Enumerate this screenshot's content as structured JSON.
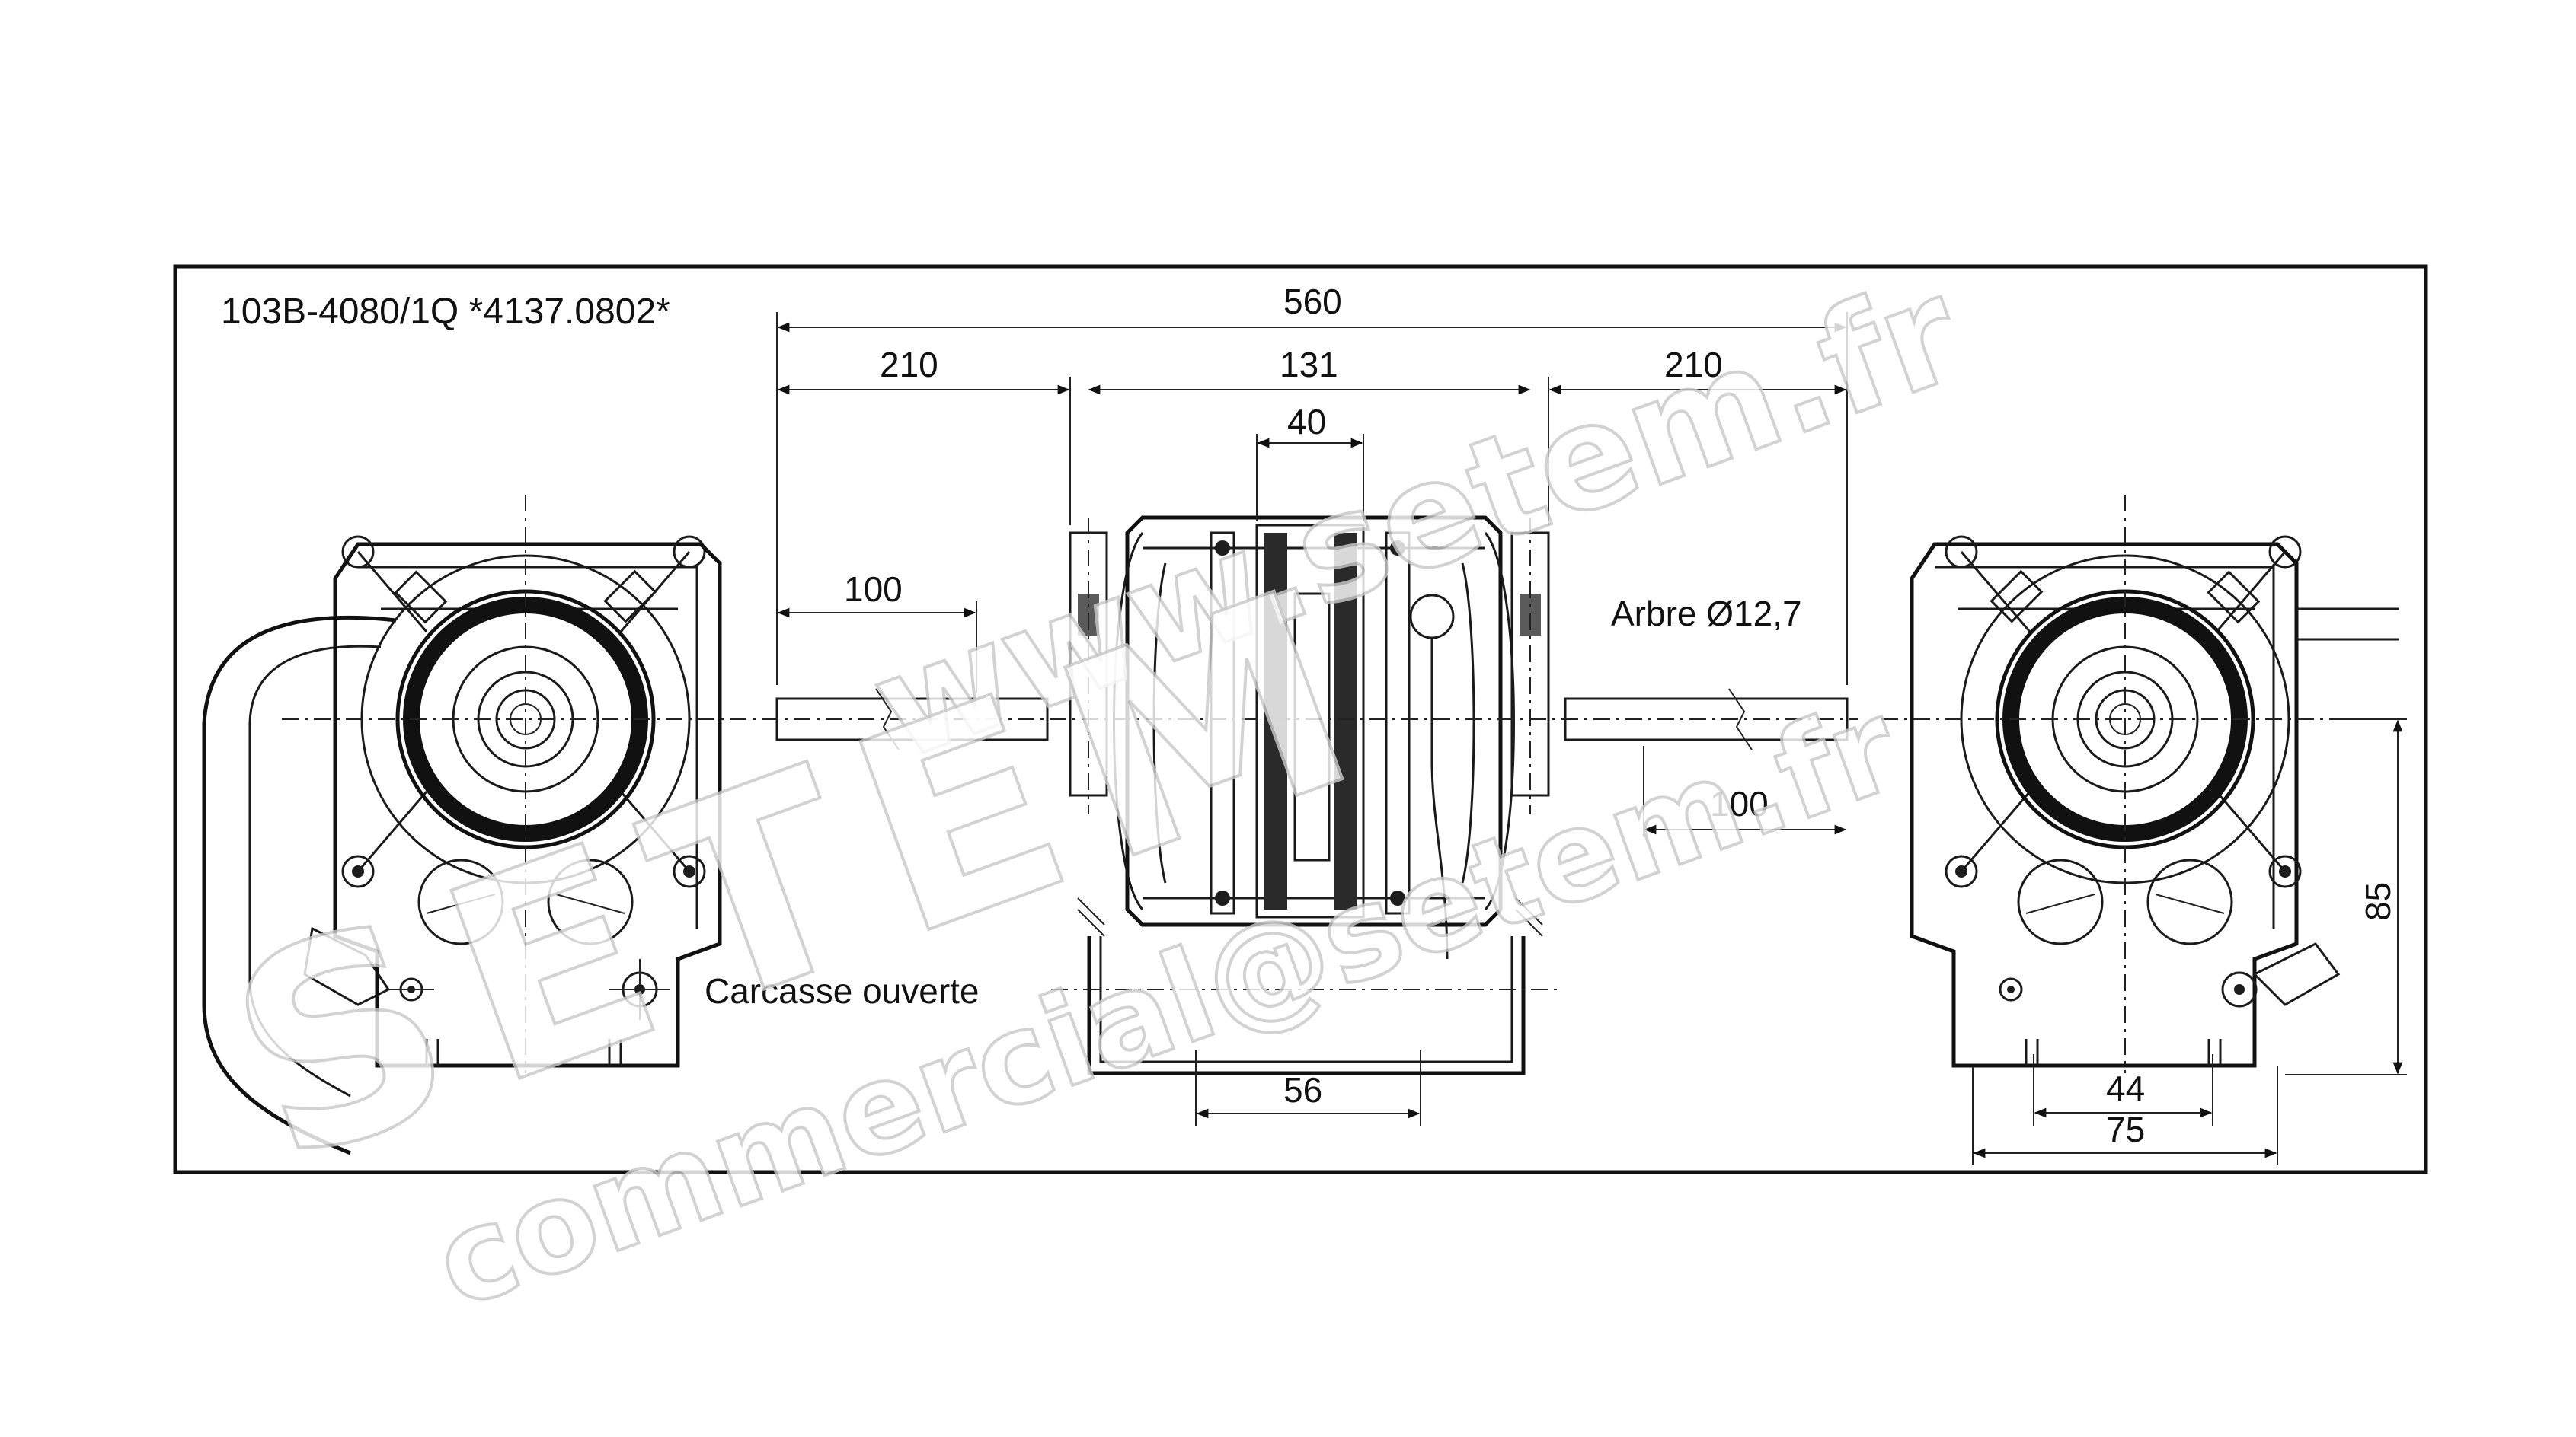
{
  "title": "103B-4080/1Q *4137.0802*",
  "dimensions": {
    "overall_length": "560",
    "shaft_left": "210",
    "motor_body": "131",
    "shaft_right": "210",
    "stack": "40",
    "left_mark": "100",
    "right_mark": "100",
    "foot_spacing": "56",
    "height": "85",
    "base_inner": "44",
    "base_outer": "75"
  },
  "labels": {
    "shaft": "Arbre Ø12,7",
    "frame": "Carcasse ouverte"
  },
  "watermark": {
    "site": "www.setem.fr",
    "brand": "SETEM",
    "email": "commercial@setem.fr"
  }
}
